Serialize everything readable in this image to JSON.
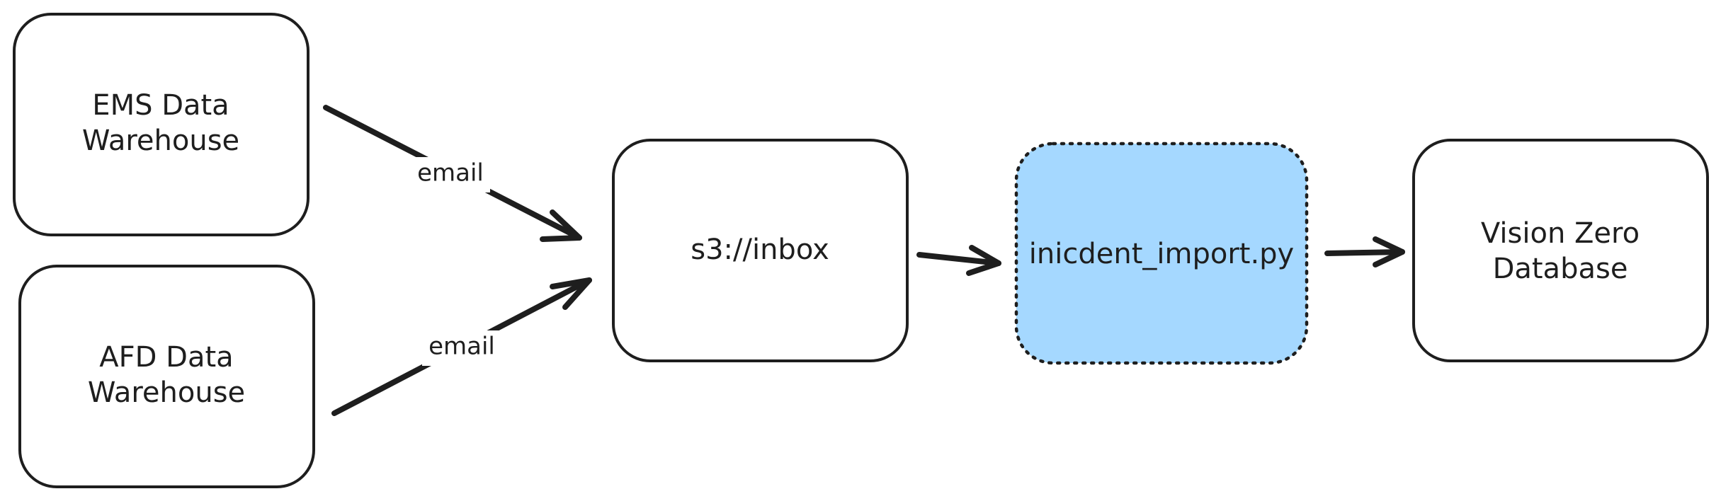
{
  "nodes": {
    "ems": {
      "lines": [
        "EMS Data",
        "Warehouse"
      ],
      "fill": "#ffffff"
    },
    "afd": {
      "lines": [
        "AFD Data",
        "Warehouse"
      ],
      "fill": "#ffffff"
    },
    "inbox": {
      "lines": [
        "s3://inbox"
      ],
      "fill": "#ffffff"
    },
    "importer": {
      "lines": [
        "inicdent_import.py"
      ],
      "fill": "#a5d8ff",
      "border": "dotted"
    },
    "vz": {
      "lines": [
        "Vision Zero",
        "Database"
      ],
      "fill": "#ffffff"
    }
  },
  "edges": {
    "ems_to_inbox": {
      "from": "ems",
      "to": "inbox",
      "label": "email"
    },
    "afd_to_inbox": {
      "from": "afd",
      "to": "inbox",
      "label": "email"
    },
    "inbox_to_importer": {
      "from": "inbox",
      "to": "importer",
      "label": ""
    },
    "importer_to_vz": {
      "from": "importer",
      "to": "vz",
      "label": ""
    }
  },
  "colors": {
    "stroke": "#1e1e1e",
    "highlight_fill": "#a5d8ff",
    "background": "#ffffff"
  }
}
